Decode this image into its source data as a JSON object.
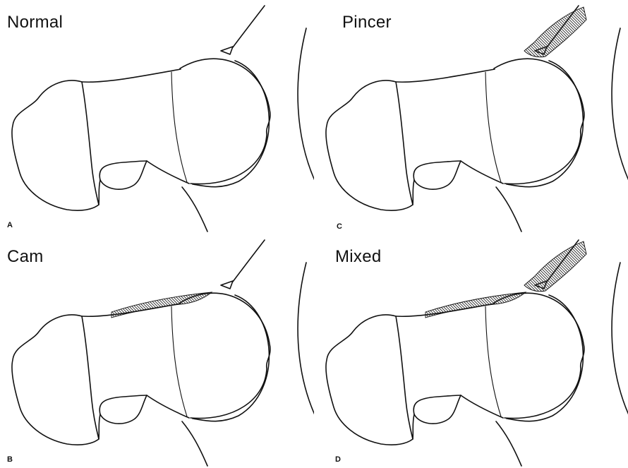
{
  "panels": [
    {
      "id": "a",
      "title": "Normal",
      "letter": "A",
      "variant": "normal"
    },
    {
      "id": "c",
      "title": "Pincer",
      "letter": "C",
      "variant": "pincer"
    },
    {
      "id": "b",
      "title": "Cam",
      "letter": "B",
      "variant": "cam"
    },
    {
      "id": "d",
      "title": "Mixed",
      "letter": "D",
      "variant": "mixed"
    }
  ],
  "colors": {
    "ink": "#111111",
    "hatch": "#222222",
    "background": "#ffffff"
  }
}
